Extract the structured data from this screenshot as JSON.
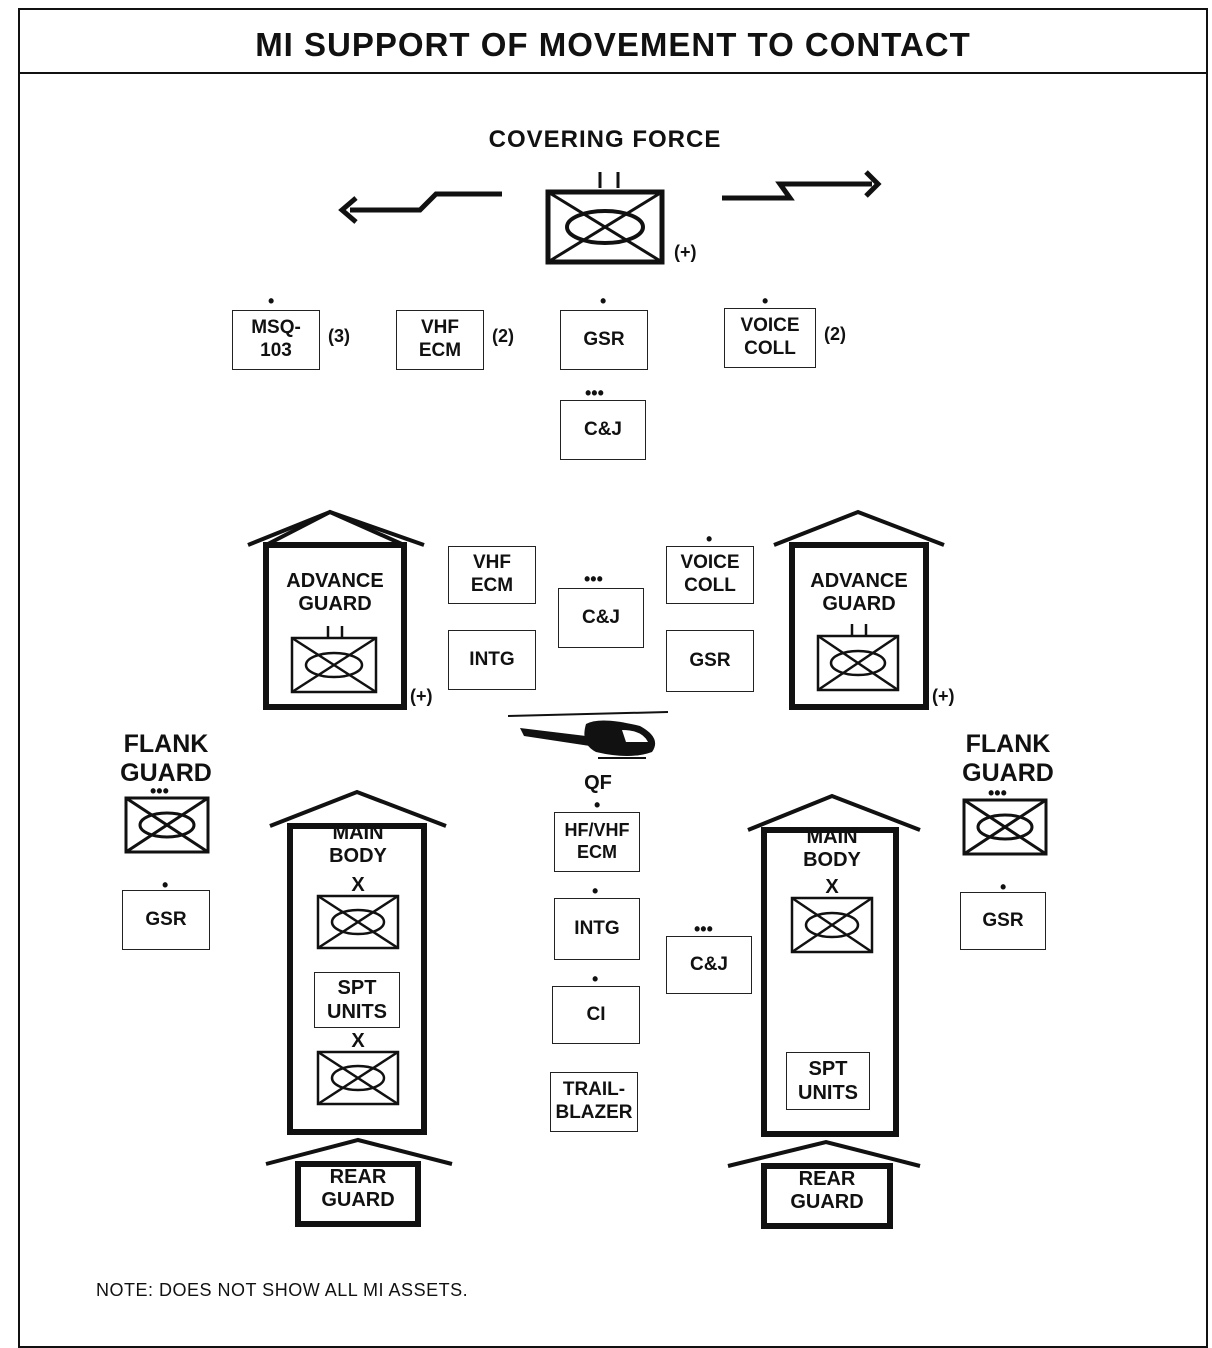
{
  "title": "MI SUPPORT OF MOVEMENT TO CONTACT",
  "covering_force": {
    "label": "COVERING FORCE",
    "echelon": "I I",
    "plus": "(+)",
    "assets": [
      {
        "name": "MSQ-\n103",
        "dot": "•",
        "qty": "(3)"
      },
      {
        "name": "VHF\nECM",
        "qty": "(2)"
      },
      {
        "name": "GSR",
        "dot": "•"
      },
      {
        "name": "VOICE\nCOLL",
        "dot": "•",
        "qty": "(2)"
      },
      {
        "name": "C&J",
        "dot": "•••"
      }
    ]
  },
  "advance_guard": {
    "label": "ADVANCE\nGUARD",
    "plus": "(+)",
    "assets": [
      {
        "name": "VHF\nECM"
      },
      {
        "name": "INTG"
      },
      {
        "name": "C&J",
        "dot": "•••"
      },
      {
        "name": "VOICE\nCOLL",
        "dot": "•"
      },
      {
        "name": "GSR"
      }
    ]
  },
  "flank_guard": {
    "label": "FLANK\nGUARD",
    "dot": "•••",
    "gsr": "GSR",
    "gsr_dot": "•"
  },
  "main_body": {
    "label": "MAIN\nBODY",
    "echelon": "X",
    "spt_units": "SPT\nUNITS"
  },
  "center_column": {
    "qf": "QF",
    "assets": [
      {
        "name": "HF/VHF\nECM",
        "dot": "•"
      },
      {
        "name": "INTG",
        "dot": "•"
      },
      {
        "name": "CI",
        "dot": "•"
      },
      {
        "name": "TRAIL-\nBLAZER"
      }
    ],
    "cj": {
      "name": "C&J",
      "dot": "•••"
    }
  },
  "rear_guard": {
    "label": "REAR\nGUARD"
  },
  "note": "NOTE:  DOES NOT SHOW ALL MI ASSETS."
}
